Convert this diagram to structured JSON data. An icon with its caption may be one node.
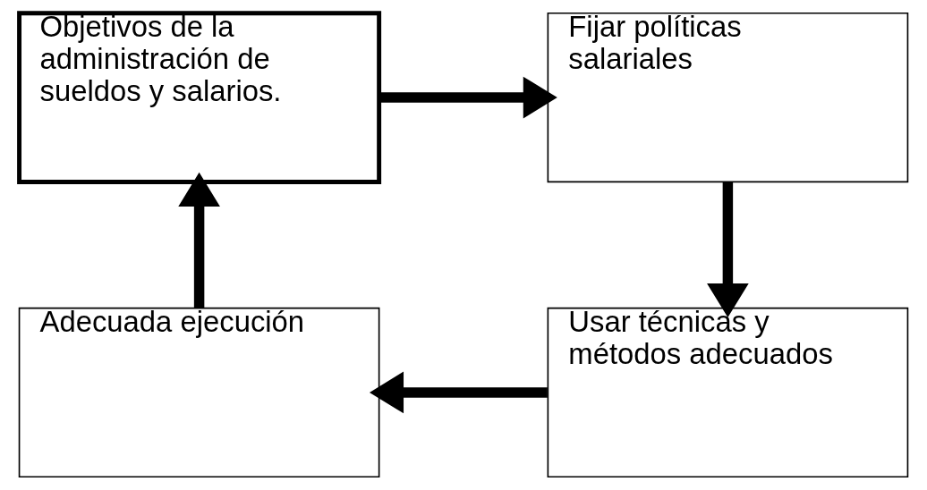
{
  "diagram": {
    "nodes": [
      {
        "text": [
          "Objetivos de la administración de sueldos y salarios."
        ]
      },
      {
        "text": [
          "Fijar políticas salariales"
        ]
      },
      {
        "text": [
          "Adecuada ejecución"
        ]
      },
      {
        "text": [
          "Usar técnicas y métodos adecuados"
        ]
      }
    ],
    "edges": [
      {
        "from": 0,
        "to": 1,
        "arrow": "to"
      },
      {
        "from": 1,
        "to": 3,
        "arrow": "to"
      },
      {
        "from": 3,
        "to": 2,
        "arrow": "to"
      },
      {
        "from": 2,
        "to": 0,
        "arrow": "to"
      }
    ]
  }
}
